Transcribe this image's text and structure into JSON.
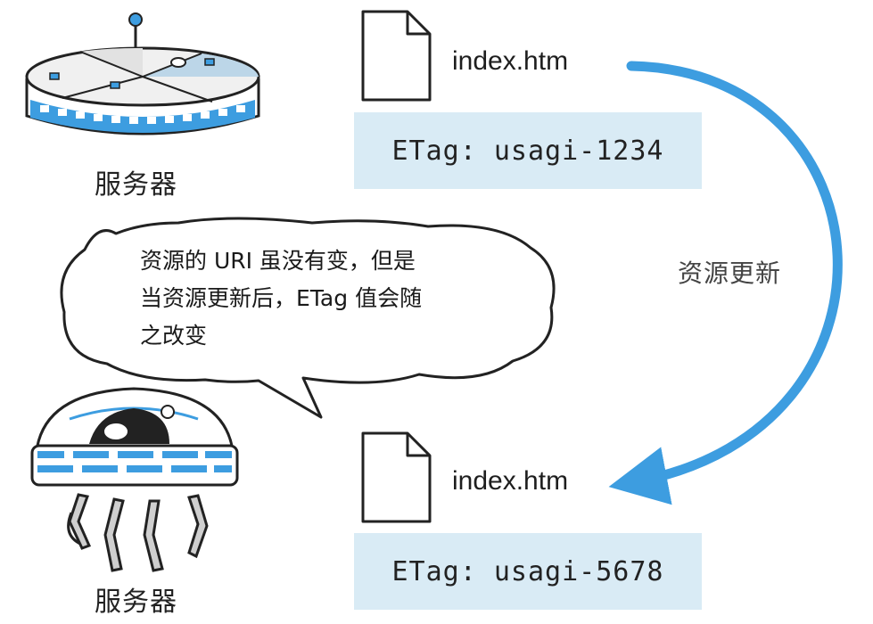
{
  "top_file": {
    "name": "index.htm",
    "etag": "ETag: usagi-1234"
  },
  "bottom_file": {
    "name": "index.htm",
    "etag": "ETag: usagi-5678"
  },
  "arrow": {
    "label": "资源更新",
    "color": "#3d9de0"
  },
  "servers": {
    "top_label": "服务器",
    "bottom_label": "服务器"
  },
  "bubble": {
    "lines": [
      "资源的 URI 虽没有变，但是",
      "当资源更新后，ETag 值会随",
      "之改变"
    ]
  },
  "colors": {
    "accent_blue": "#3d9de0",
    "box_bg": "#d9ebf5"
  },
  "icons": [
    "document-icon",
    "server-icon",
    "robot-server-icon",
    "speech-bubble-icon",
    "curved-arrow-icon"
  ]
}
